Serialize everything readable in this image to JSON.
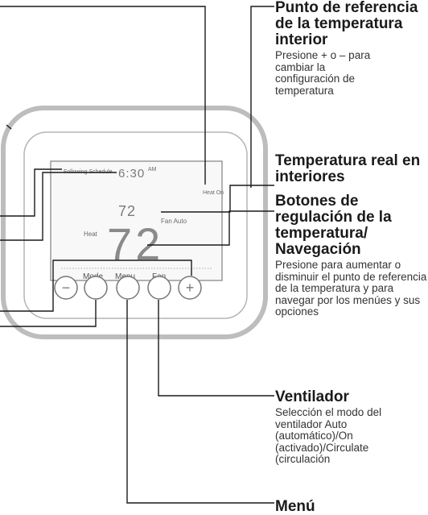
{
  "display": {
    "schedule_text": "Following Schedule",
    "time_text": "6:30",
    "ampm_text": "AM",
    "heat_on_text": "Heat On",
    "setpoint_text": "72",
    "mode_text": "Heat",
    "fan_auto_text": "Fan Auto",
    "indoor_temp_text": "72"
  },
  "buttons": {
    "mode_label": "Mode",
    "menu_label": "Menu",
    "fan_label": "Fan",
    "minus_symbol": "−",
    "plus_symbol": "+"
  },
  "callouts": {
    "setpoint": {
      "title": "Punto de referencia de la temperatura interior",
      "desc": "Presione + o – para cambiar la configuración de temperatura"
    },
    "indoor_temp": {
      "title": "Temperatura real en interiores"
    },
    "adjust_buttons": {
      "title": "Botones de regulación de la temperatura/ Navegación",
      "desc": "Presione para aumentar o disminuir el punto de referencia de la temperatura y para navegar por los menúes y sus opciones"
    },
    "fan": {
      "title": "Ventilador",
      "desc": "Selección el modo del ventilador Auto (automático)/On (activado)/Circulate (circulación"
    },
    "menu": {
      "title": "Menú"
    }
  }
}
